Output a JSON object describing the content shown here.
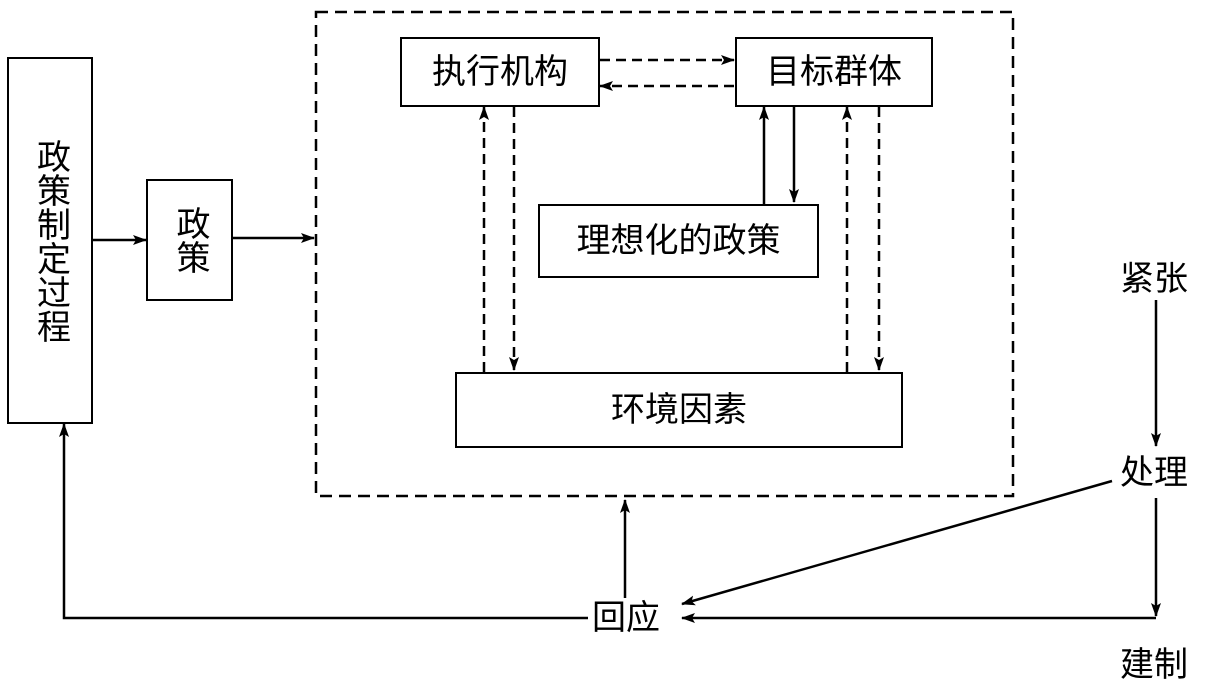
{
  "nodes": {
    "policy_making_process": "政策制定过程",
    "policy": "政策",
    "implementing_agency": "执行机构",
    "target_group": "目标群体",
    "idealized_policy": "理想化的政策",
    "environmental_factors": "环境因素",
    "tension": "紧张",
    "handling": "处理",
    "response": "回应",
    "establishment": "建制"
  }
}
